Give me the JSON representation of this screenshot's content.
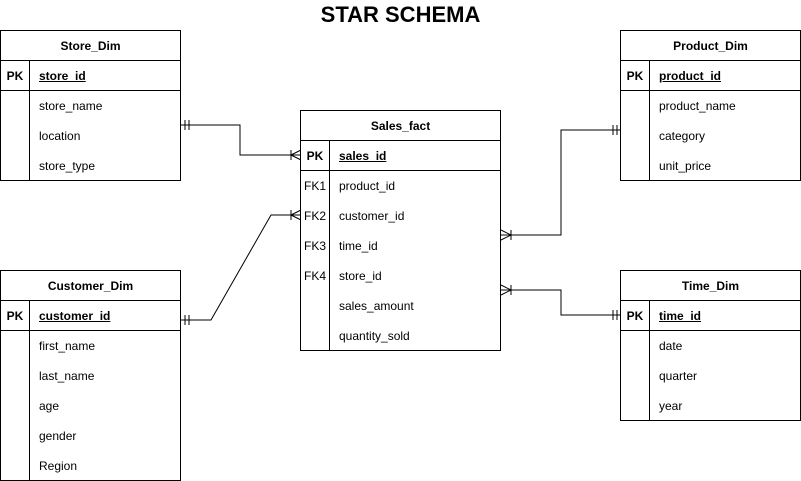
{
  "title": "STAR SCHEMA",
  "entities": {
    "store_dim": {
      "name": "Store_Dim",
      "pk_label": "PK",
      "pk_field": "store_id",
      "fields": [
        "store_name",
        "location",
        "store_type"
      ]
    },
    "product_dim": {
      "name": "Product_Dim",
      "pk_label": "PK",
      "pk_field": "product_id",
      "fields": [
        "product_name",
        "category",
        "unit_price"
      ]
    },
    "sales_fact": {
      "name": "Sales_fact",
      "pk_label": "PK",
      "pk_field": "sales_id",
      "fk_labels": [
        "FK1",
        "FK2",
        "FK3",
        "FK4"
      ],
      "fields": [
        "product_id",
        "customer_id",
        "time_id",
        "store_id",
        "sales_amount",
        "quantity_sold"
      ]
    },
    "customer_dim": {
      "name": "Customer_Dim",
      "pk_label": "PK",
      "pk_field": "customer_id",
      "fields": [
        "first_name",
        "last_name",
        "age",
        "gender",
        "Region"
      ]
    },
    "time_dim": {
      "name": "Time_Dim",
      "pk_label": "PK",
      "pk_field": "time_id",
      "fields": [
        "date",
        "quarter",
        "year"
      ]
    }
  }
}
